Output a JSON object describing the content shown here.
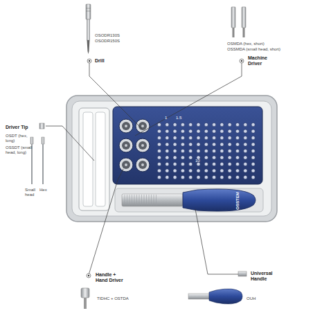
{
  "diagram": {
    "labels": [
      "OSODR130S",
      "OSODR150S",
      "Drill",
      "OSMDA (hex, short)",
      "OSSMDA (small head, short)",
      "Machine Driver",
      "Driver Tip",
      "OSDT (hex, long)",
      "OSSDT (small head, long)",
      "Small head",
      "Hex",
      "1",
      "1.5",
      "10",
      "OSSTEM",
      "Handle + Hand Driver",
      "Universal Handle",
      "TIDHC + OSTDA",
      "OUH"
    ]
  }
}
